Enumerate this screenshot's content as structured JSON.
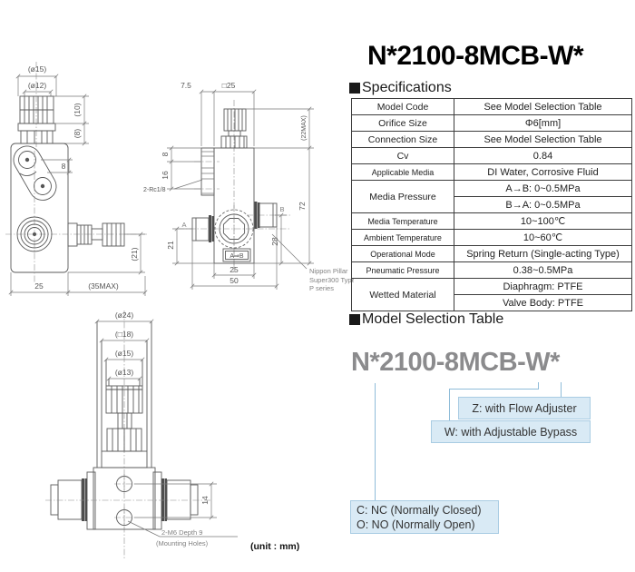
{
  "page": {
    "unit_note": "(unit : mm)"
  },
  "header": {
    "title": "N*2100-8MCB-W*"
  },
  "specifications": {
    "heading": "Specifications",
    "rows": [
      {
        "label": "Model Code",
        "value": "See Model Selection Table"
      },
      {
        "label": "Orifice Size",
        "value": "Φ6[mm]"
      },
      {
        "label": "Connection Size",
        "value": "See Model Selection Table"
      },
      {
        "label": "Cv",
        "value": "0.84"
      },
      {
        "label": "Applicable Media",
        "value": "DI Water, Corrosive Fluid"
      },
      {
        "label": "Media Pressure",
        "value1": "A→B: 0~0.5MPa",
        "value2": "B→A: 0~0.5MPa"
      },
      {
        "label": "Media Temperature",
        "value": "10~100℃"
      },
      {
        "label": "Ambient Temperature",
        "value": "10~60℃"
      },
      {
        "label": "Operational Mode",
        "value": "Spring Return (Single-acting Type)"
      },
      {
        "label": "Pneumatic Pressure",
        "value": "0.38~0.5MPa"
      },
      {
        "label": "Wetted Material",
        "value1": "Diaphragm: PTFE",
        "value2": "Valve Body: PTFE"
      }
    ]
  },
  "model_selection": {
    "heading": "Model Selection Table",
    "model_code": "N*2100-8MCB-W*",
    "option_z": "Z: with Flow Adjuster",
    "option_w": "W: with Adjustable Bypass",
    "option_c": "C: NC (Normally Closed)",
    "option_o": "O: NO (Normally Open)"
  },
  "colors": {
    "option_box_bg": "#d9eaf5",
    "option_box_border": "#a9cce3",
    "connector_line": "#8fbcd9",
    "model_code_gray": "#8b8b8d"
  },
  "drawings": {
    "side_view": {
      "dia15": "(ø15)",
      "dia12": "(ø12)",
      "h10": "(10)",
      "h8": "(8)",
      "port_pitch": "8",
      "w25": "25",
      "w35max": "(35MAX)",
      "h21": "(21)"
    },
    "front_view": {
      "w75": "7.5",
      "sq25": "□25",
      "h22max": "(22MAX)",
      "t8": "8",
      "t16": "16",
      "thread": "2-Rc1/8",
      "h72": "72",
      "h28": "28",
      "h21": "21",
      "w25": "25",
      "w50": "50",
      "port_a": "A",
      "port_b": "B",
      "flow_plate": "A⇒B",
      "callout_line1": "Nippon Pillar",
      "callout_line2": "Super300 Type",
      "callout_line3": "P series"
    },
    "bottom_view": {
      "dia24": "(ø24)",
      "sq18": "(□18)",
      "dia15": "(ø15)",
      "dia13": "(ø13)",
      "h14": "14",
      "callout_line1": "2-M6 Depth 9",
      "callout_line2": "(Mounting Holes)"
    }
  }
}
